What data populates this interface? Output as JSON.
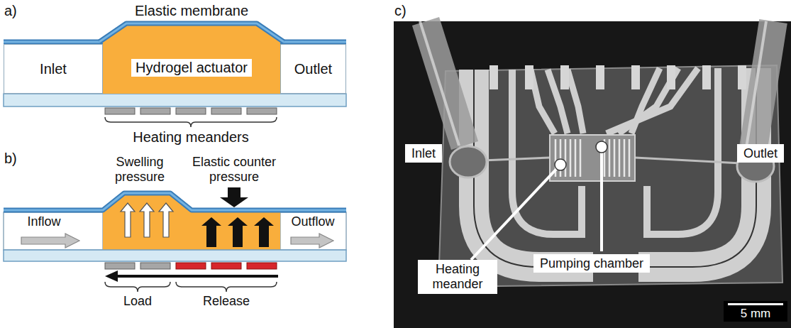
{
  "diagram": {
    "nodes": [
      {
        "text": [
          "Inlet"
        ]
      },
      {
        "text": [
          "Hydrogel actuator"
        ]
      },
      {
        "text": [
          "Outlet"
        ]
      },
      {
        "text": [
          "Inlet"
        ]
      },
      {
        "text": [
          "Heating meander"
        ]
      },
      {
        "text": [
          "Pumping chamber"
        ]
      },
      {
        "text": [
          "Outlet"
        ]
      }
    ],
    "labels": [
      "a)",
      "Elastic membrane",
      "Heating meanders",
      "b)",
      "Swelling pressure",
      "Elastic counter pressure",
      "Inflow",
      "Outflow",
      "Load",
      "Release",
      "c)",
      "5 mm"
    ]
  }
}
